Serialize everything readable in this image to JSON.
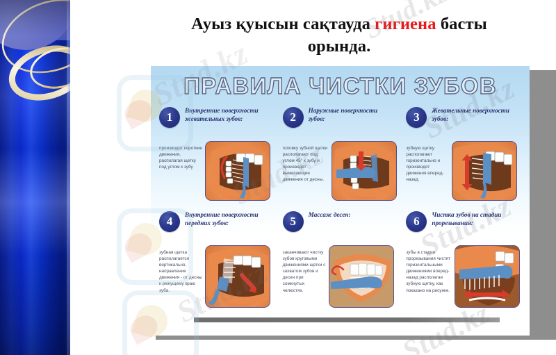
{
  "slide": {
    "title_line1_pre": "Ауыз қуысын сақтауда ",
    "title_accent": "гигиена",
    "title_line1_post": " басты",
    "title_line2": "орында.",
    "accent_color": "#e8191b",
    "background_color": "#ffffff",
    "sidebar_color": "#0b2ce0"
  },
  "poster": {
    "heading": "ПРАВИЛА ЧИСТКИ ЗУБОВ",
    "heading_outline_color": "#5a6480",
    "background_top_color": "#b4d9f2",
    "background_bottom_color": "#ffffff",
    "badge_color": "#2c3a8e",
    "steps": [
      {
        "number": "1",
        "title": "Внутренние поверхности жевательных зубов:",
        "text": "производят короткие движения, располагая щетку под углом к зубу",
        "arrow": "curved-up-left",
        "arrow_color": "#d93b2b"
      },
      {
        "number": "2",
        "title": "Наружные поверхности зубов:",
        "text": "головку зубной щетки располагают под углом 45° к зубу и производят выметающие движения от десны.",
        "arrow": "straight-down",
        "arrow_color": "#d93b2b"
      },
      {
        "number": "3",
        "title": "Жевательные поверхности зубов:",
        "text": "зубную щетку располагают горизонтально и производят движения вперед-назад.",
        "arrow": "double-vertical",
        "arrow_color": "#d93b2b"
      },
      {
        "number": "4",
        "title": "Внутренние поверхности передних зубов:",
        "text": "зубная щетка располагается вертикально, направление движения - от десны к режущему краю зуба.",
        "arrow": "diagonal-down-right",
        "arrow_color": "#d93b2b"
      },
      {
        "number": "5",
        "title": "Массаж десен:",
        "text": "заканчивают чистку зубов круговыми движениями щетки с захватом зубов и десен при сомкнутых челюстях.",
        "arrow": "circular",
        "arrow_color": "#d93b2b"
      },
      {
        "number": "6",
        "title": "Чистка зубов на стадии прорезывания:",
        "text": "зубы в стадии прорезывания чистят горизонтальными движениями вперед-назад располагая зубную щетку, как показано на рисунке.",
        "arrow": "double-horizontal",
        "arrow_color": "#d93b2b"
      }
    ]
  },
  "watermark": {
    "text": "Stud.kz",
    "repeats": [
      "Stud.kz",
      "Stud.kz",
      "Stud.kz",
      "Stud.kz",
      "Stud.kz",
      "Stud.kz",
      "Stud.kz"
    ]
  }
}
